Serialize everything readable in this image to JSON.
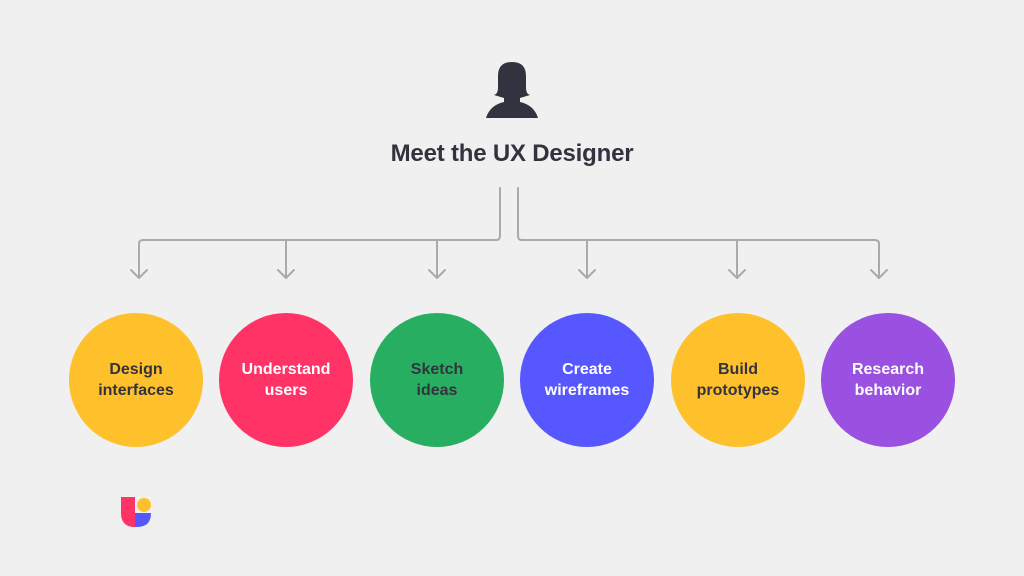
{
  "header": {
    "icon": "person-silhouette-icon",
    "title": "Meet the UX Designer"
  },
  "colors": {
    "background": "#f0f0f0",
    "connector": "#aaaaaa",
    "title_text": "#33333f",
    "dark_text": "#33333f",
    "light_text": "#ffffff"
  },
  "nodes": [
    {
      "line1": "Design",
      "line2": "interfaces",
      "color": "#ffc12b",
      "text_color": "#33333f"
    },
    {
      "line1": "Understand",
      "line2": "users",
      "color": "#ff3366",
      "text_color": "#ffffff"
    },
    {
      "line1": "Sketch",
      "line2": "ideas",
      "color": "#28ae60",
      "text_color": "#33333f"
    },
    {
      "line1": "Create",
      "line2": "wireframes",
      "color": "#5757ff",
      "text_color": "#ffffff"
    },
    {
      "line1": "Build",
      "line2": "prototypes",
      "color": "#ffc12b",
      "text_color": "#33333f"
    },
    {
      "line1": "Research",
      "line2": "behavior",
      "color": "#9a50e0",
      "text_color": "#ffffff"
    }
  ],
  "footer": {
    "logo": "brand-logo-icon"
  }
}
